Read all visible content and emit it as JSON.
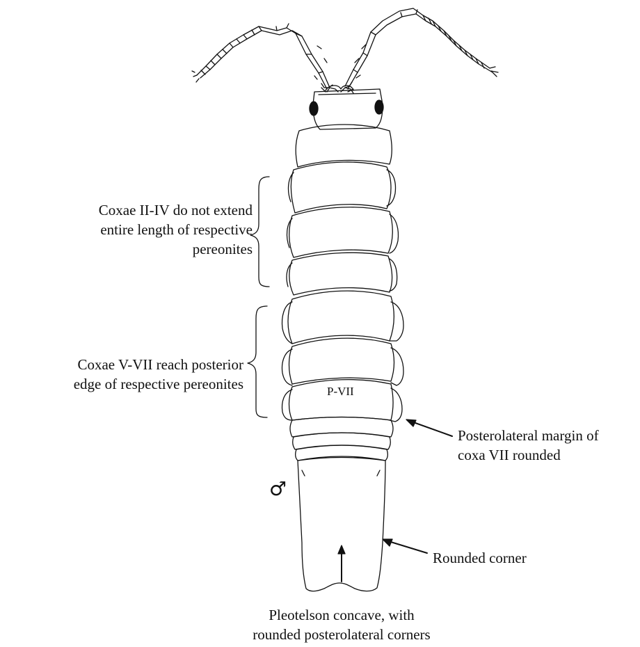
{
  "figure": {
    "labels": {
      "coxae_ii_iv": [
        "Coxae II-IV do not extend",
        "entire length of respective",
        "pereonites"
      ],
      "coxae_v_vii": [
        "Coxae V-VII reach posterior",
        "edge of respective pereonites"
      ],
      "coxa_vii": [
        "Posterolateral margin of",
        "coxa VII rounded"
      ],
      "rounded_corner": "Rounded corner",
      "pleotelson": [
        "Pleotelson concave, with",
        "rounded posterolateral corners"
      ],
      "segment_label": "P-VII",
      "sex_symbol": "♂"
    },
    "ink_color": "#111111",
    "background": "#ffffff"
  }
}
